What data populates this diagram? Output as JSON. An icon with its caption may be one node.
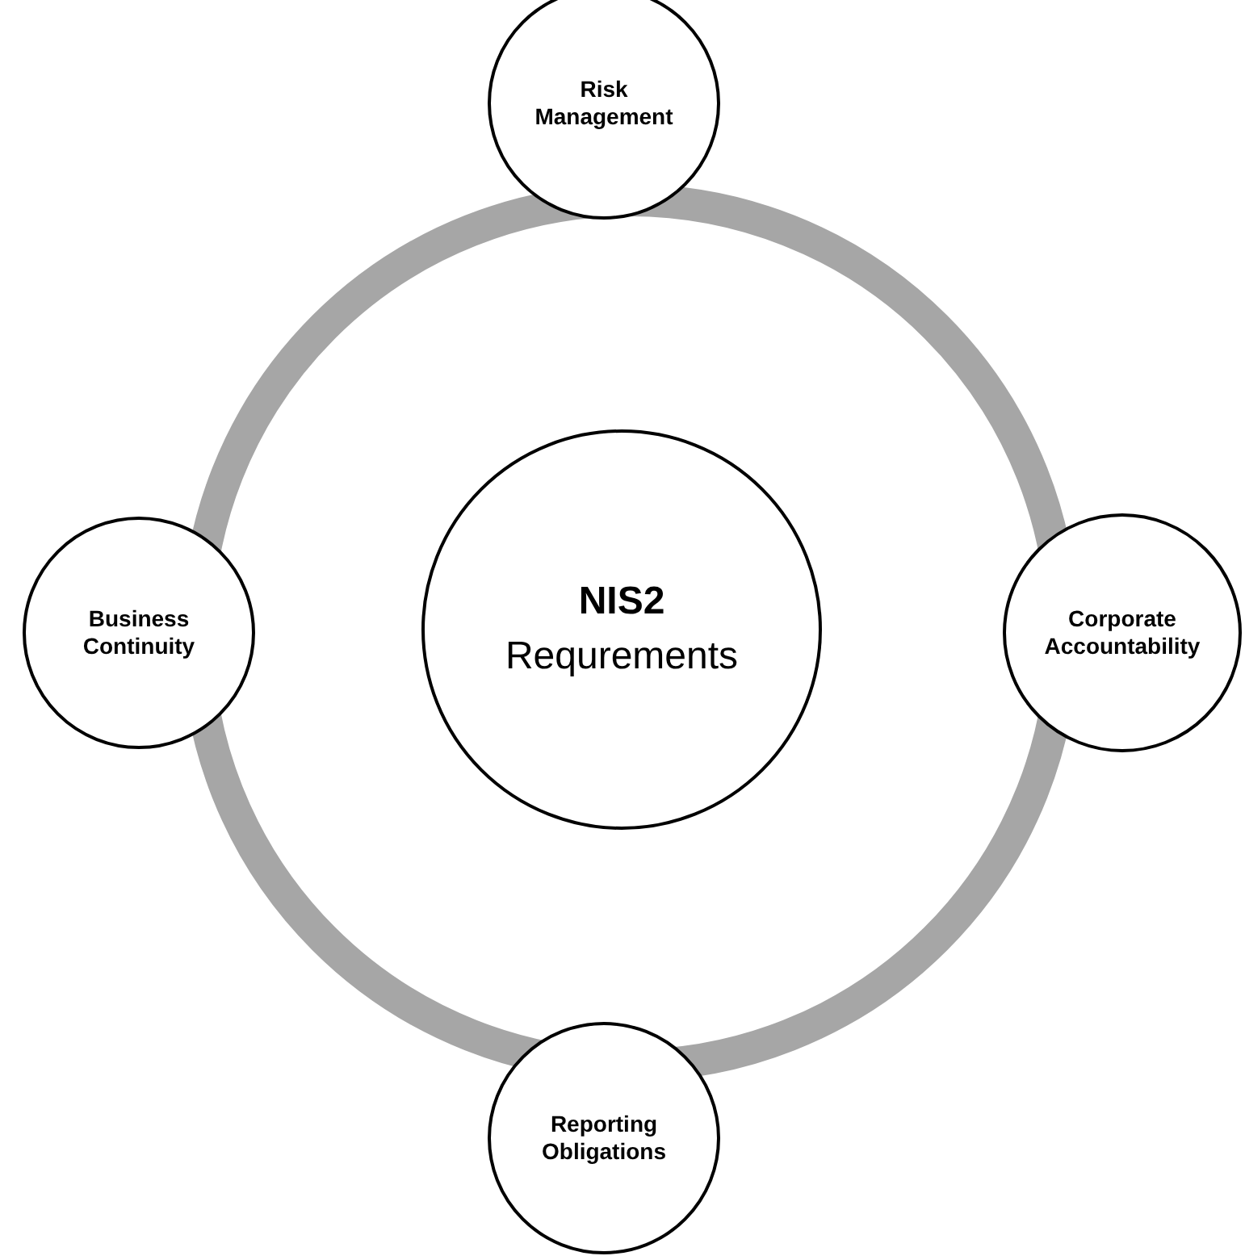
{
  "diagram": {
    "nodes": [
      {
        "text": [
          "Risk Management"
        ]
      },
      {
        "text": [
          "Business Continuity"
        ]
      },
      {
        "text": [
          "NIS2",
          "Requrements"
        ]
      },
      {
        "text": [
          "Corporate Accountability"
        ]
      },
      {
        "text": [
          "Reporting Obligations"
        ]
      }
    ]
  }
}
